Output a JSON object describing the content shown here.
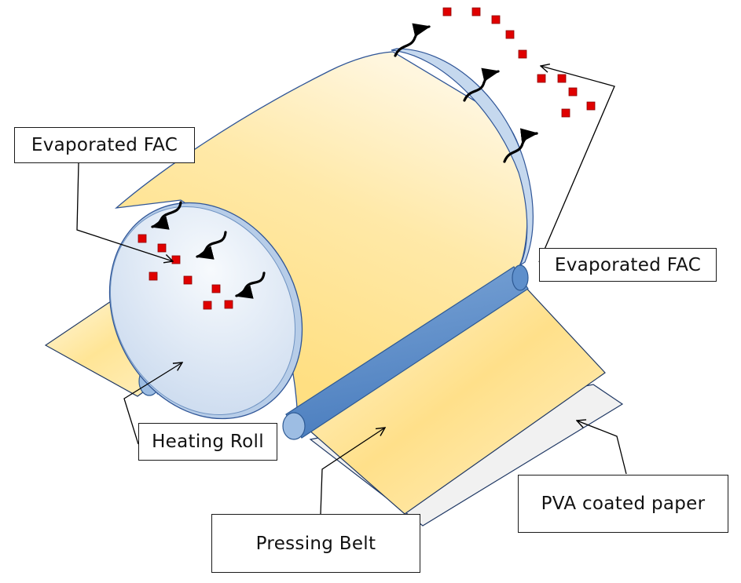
{
  "labels": {
    "evaporated_fac_left": "Evaporated FAC",
    "evaporated_fac_right": "Evaporated FAC",
    "heating_roll": "Heating Roll",
    "pva_coated_paper": "PVA coated paper",
    "pressing_belt": "Pressing Belt"
  },
  "colors": {
    "film_yellow": "#FFE08A",
    "film_light": "#FFF6D8",
    "roll_face": "#DDE7F3",
    "roll_rim": "#A9C4E2",
    "pressing_roller": "#5B8FCB",
    "pva_paper": "#F1F1F1",
    "fac_particle": "#E00000",
    "arrow": "#000000"
  },
  "icons": {
    "particle": "red-square",
    "evaporation_arrow": "curved-black-arrow"
  }
}
